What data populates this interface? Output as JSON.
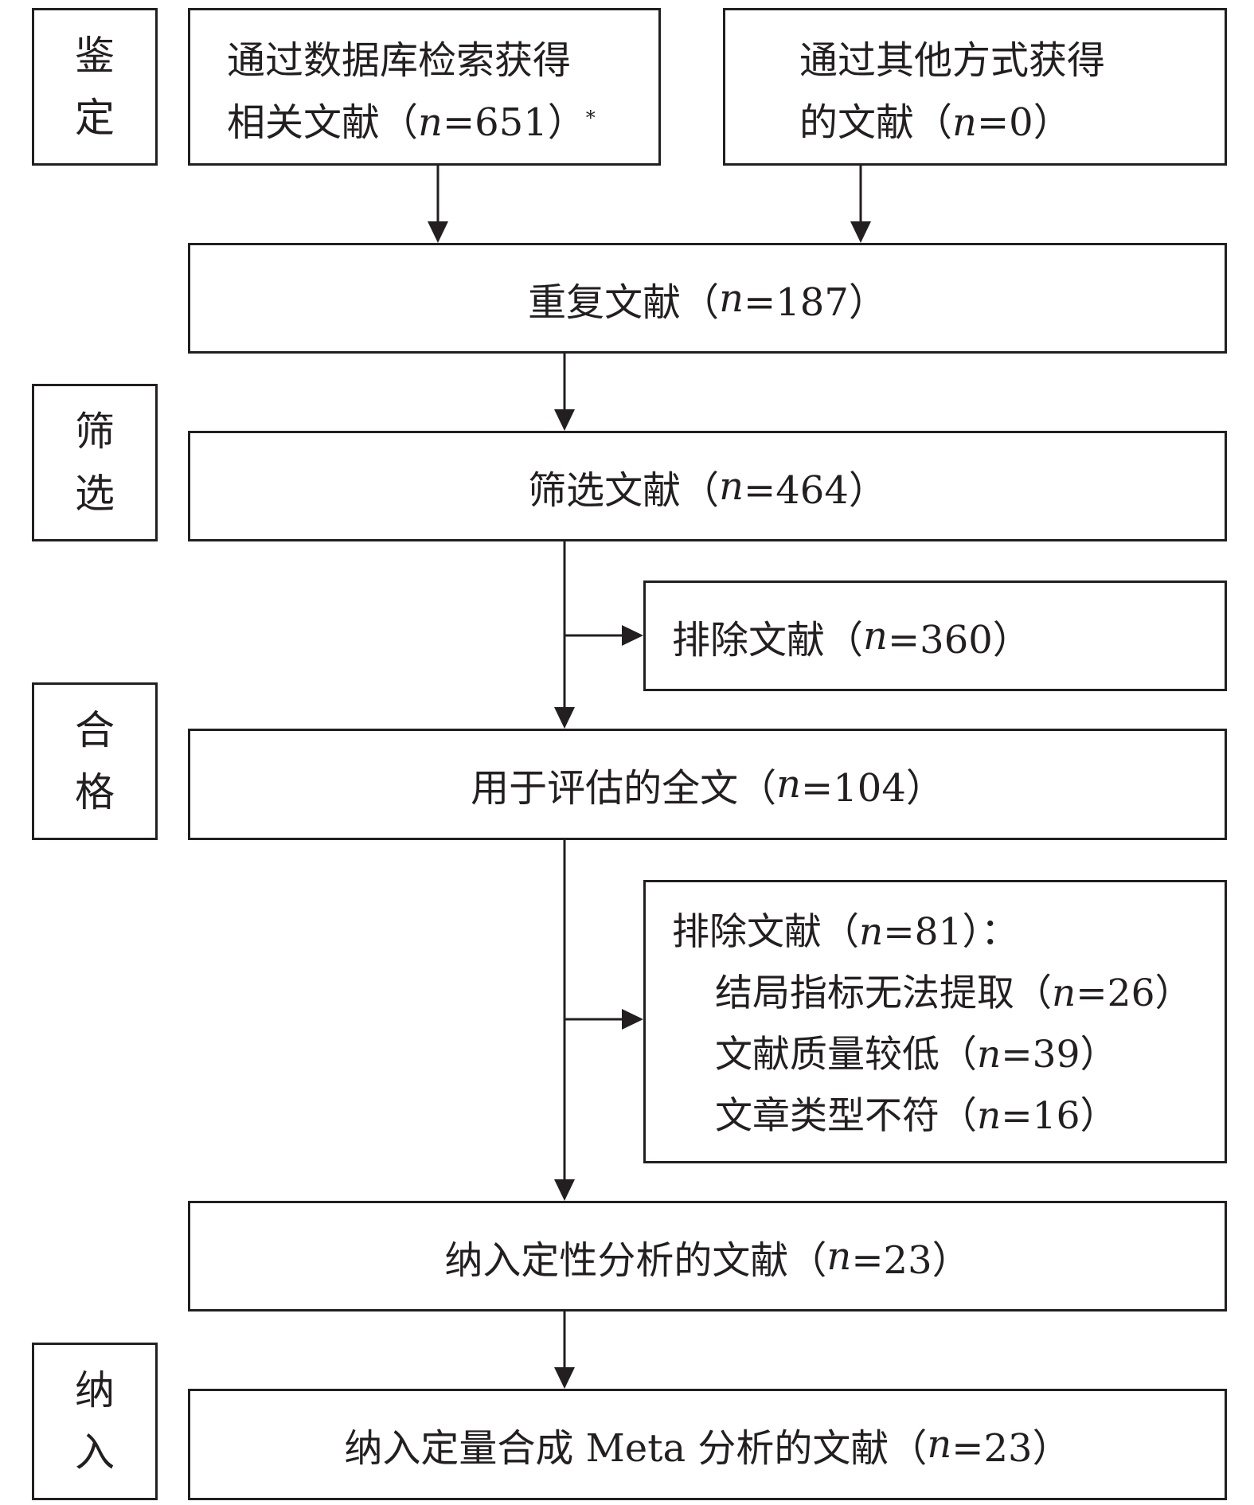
{
  "stages": {
    "identification": [
      "鉴",
      "定"
    ],
    "screening": [
      "筛",
      "选"
    ],
    "eligibility": [
      "合",
      "格"
    ],
    "included": [
      "纳",
      "入"
    ]
  },
  "boxes": {
    "database_search": {
      "line1": "通过数据库检索获得",
      "line2_prefix": "相关文献（",
      "n_var": "n",
      "line2_value": "=651）",
      "footnote_mark": "*"
    },
    "other_sources": {
      "line1": "通过其他方式获得",
      "line2_prefix": "的文献（",
      "n_var": "n",
      "line2_value": "=0）"
    },
    "duplicates": {
      "prefix": "重复文献（",
      "n_var": "n",
      "value": "=187）"
    },
    "screened": {
      "prefix": "筛选文献（",
      "n_var": "n",
      "value": "=464）"
    },
    "excluded_screening": {
      "prefix": "排除文献（",
      "n_var": "n",
      "value": "=360）"
    },
    "full_text": {
      "prefix": "用于评估的全文（",
      "n_var": "n",
      "value": "=104）"
    },
    "excluded_full_text": {
      "header_prefix": "排除文献（",
      "n_var": "n",
      "header_value": "=81）：",
      "reasons": [
        {
          "label": "结局指标无法提取（",
          "n_var": "n",
          "value": "=26）"
        },
        {
          "label": "文献质量较低（",
          "n_var": "n",
          "value": "=39）"
        },
        {
          "label": "文章类型不符（",
          "n_var": "n",
          "value": "=16）"
        }
      ]
    },
    "qualitative": {
      "prefix": "纳入定性分析的文献（",
      "n_var": "n",
      "value": "=23）"
    },
    "meta_analysis": {
      "prefix": "纳入定量合成 Meta 分析的文献（",
      "n_var": "n",
      "value": "=23）"
    }
  }
}
